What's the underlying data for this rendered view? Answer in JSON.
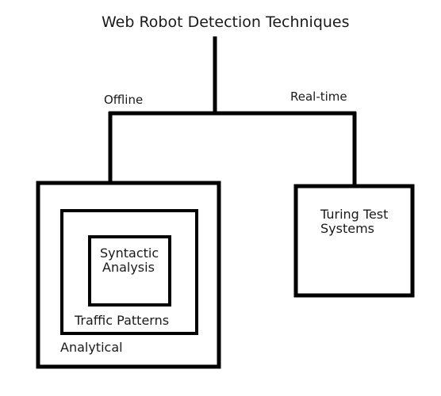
{
  "diagram": {
    "title": "Web Robot Detection Techniques",
    "branches": {
      "offline": "Offline",
      "realtime": "Real-time"
    },
    "nodes": {
      "analytical": "Analytical",
      "traffic_patterns": "Traffic Patterns",
      "syntactic_line1": "Syntactic",
      "syntactic_line2": "Analysis",
      "turing_line1": "Turing Test",
      "turing_line2": "Systems"
    },
    "colors": {
      "stroke": "#000000",
      "text": "#1a1a1a",
      "background": "#ffffff"
    }
  }
}
